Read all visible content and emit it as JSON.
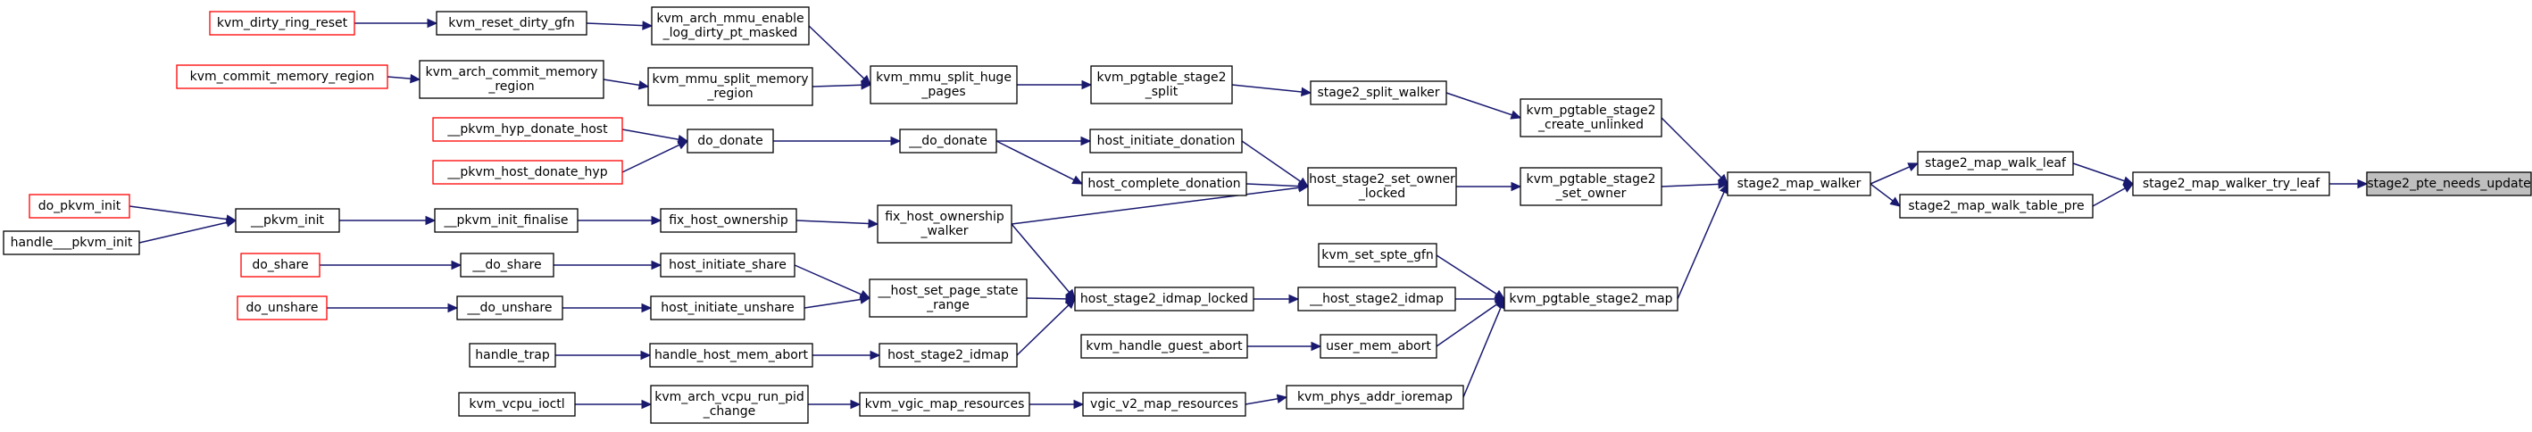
{
  "graph": {
    "edge_color": "#191970",
    "nodes": [
      {
        "id": "kvm_dirty_ring_reset",
        "lines": [
          "kvm_dirty_ring_reset"
        ],
        "style": "red"
      },
      {
        "id": "kvm_reset_dirty_gfn",
        "lines": [
          "kvm_reset_dirty_gfn"
        ],
        "style": "normal"
      },
      {
        "id": "kvm_arch_mmu_enable_log_dirty_pt_masked",
        "lines": [
          "kvm_arch_mmu_enable",
          "_log_dirty_pt_masked"
        ],
        "style": "normal"
      },
      {
        "id": "kvm_commit_memory_region",
        "lines": [
          "kvm_commit_memory_region"
        ],
        "style": "red"
      },
      {
        "id": "kvm_arch_commit_memory_region",
        "lines": [
          "kvm_arch_commit_memory",
          "_region"
        ],
        "style": "normal"
      },
      {
        "id": "kvm_mmu_split_memory_region",
        "lines": [
          "kvm_mmu_split_memory",
          "_region"
        ],
        "style": "normal"
      },
      {
        "id": "kvm_mmu_split_huge_pages",
        "lines": [
          "kvm_mmu_split_huge",
          "_pages"
        ],
        "style": "normal"
      },
      {
        "id": "kvm_pgtable_stage2_split",
        "lines": [
          "kvm_pgtable_stage2",
          "_split"
        ],
        "style": "normal"
      },
      {
        "id": "stage2_split_walker",
        "lines": [
          "stage2_split_walker"
        ],
        "style": "normal"
      },
      {
        "id": "kvm_pgtable_stage2_create_unlinked",
        "lines": [
          "kvm_pgtable_stage2",
          "_create_unlinked"
        ],
        "style": "normal"
      },
      {
        "id": "__pkvm_hyp_donate_host",
        "lines": [
          "__pkvm_hyp_donate_host"
        ],
        "style": "red"
      },
      {
        "id": "__pkvm_host_donate_hyp",
        "lines": [
          "__pkvm_host_donate_hyp"
        ],
        "style": "red"
      },
      {
        "id": "do_donate",
        "lines": [
          "do_donate"
        ],
        "style": "normal"
      },
      {
        "id": "__do_donate",
        "lines": [
          "__do_donate"
        ],
        "style": "normal"
      },
      {
        "id": "host_initiate_donation",
        "lines": [
          "host_initiate_donation"
        ],
        "style": "normal"
      },
      {
        "id": "host_complete_donation",
        "lines": [
          "host_complete_donation"
        ],
        "style": "normal"
      },
      {
        "id": "host_stage2_set_owner_locked",
        "lines": [
          "host_stage2_set_owner",
          "_locked"
        ],
        "style": "normal"
      },
      {
        "id": "kvm_pgtable_stage2_set_owner",
        "lines": [
          "kvm_pgtable_stage2",
          "_set_owner"
        ],
        "style": "normal"
      },
      {
        "id": "stage2_map_walker",
        "lines": [
          "stage2_map_walker"
        ],
        "style": "normal"
      },
      {
        "id": "stage2_map_walk_leaf",
        "lines": [
          "stage2_map_walk_leaf"
        ],
        "style": "normal"
      },
      {
        "id": "stage2_map_walk_table_pre",
        "lines": [
          "stage2_map_walk_table_pre"
        ],
        "style": "normal"
      },
      {
        "id": "stage2_map_walker_try_leaf",
        "lines": [
          "stage2_map_walker_try_leaf"
        ],
        "style": "normal"
      },
      {
        "id": "stage2_pte_needs_update",
        "lines": [
          "stage2_pte_needs_update"
        ],
        "style": "grey"
      },
      {
        "id": "do_pkvm_init",
        "lines": [
          "do_pkvm_init"
        ],
        "style": "red"
      },
      {
        "id": "handle___pkvm_init",
        "lines": [
          "handle___pkvm_init"
        ],
        "style": "normal"
      },
      {
        "id": "__pkvm_init",
        "lines": [
          "__pkvm_init"
        ],
        "style": "normal"
      },
      {
        "id": "__pkvm_init_finalise",
        "lines": [
          "__pkvm_init_finalise"
        ],
        "style": "normal"
      },
      {
        "id": "fix_host_ownership",
        "lines": [
          "fix_host_ownership"
        ],
        "style": "normal"
      },
      {
        "id": "fix_host_ownership_walker",
        "lines": [
          "fix_host_ownership",
          "_walker"
        ],
        "style": "normal"
      },
      {
        "id": "do_share",
        "lines": [
          "do_share"
        ],
        "style": "red"
      },
      {
        "id": "__do_share",
        "lines": [
          "__do_share"
        ],
        "style": "normal"
      },
      {
        "id": "host_initiate_share",
        "lines": [
          "host_initiate_share"
        ],
        "style": "normal"
      },
      {
        "id": "do_unshare",
        "lines": [
          "do_unshare"
        ],
        "style": "red"
      },
      {
        "id": "__do_unshare",
        "lines": [
          "__do_unshare"
        ],
        "style": "normal"
      },
      {
        "id": "host_initiate_unshare",
        "lines": [
          "host_initiate_unshare"
        ],
        "style": "normal"
      },
      {
        "id": "__host_set_page_state_range",
        "lines": [
          "__host_set_page_state",
          "_range"
        ],
        "style": "normal"
      },
      {
        "id": "host_stage2_idmap_locked",
        "lines": [
          "host_stage2_idmap_locked"
        ],
        "style": "normal"
      },
      {
        "id": "__host_stage2_idmap",
        "lines": [
          "__host_stage2_idmap"
        ],
        "style": "normal"
      },
      {
        "id": "kvm_set_spte_gfn",
        "lines": [
          "kvm_set_spte_gfn"
        ],
        "style": "normal"
      },
      {
        "id": "kvm_pgtable_stage2_map",
        "lines": [
          "kvm_pgtable_stage2_map"
        ],
        "style": "normal"
      },
      {
        "id": "handle_trap",
        "lines": [
          "handle_trap"
        ],
        "style": "normal"
      },
      {
        "id": "handle_host_mem_abort",
        "lines": [
          "handle_host_mem_abort"
        ],
        "style": "normal"
      },
      {
        "id": "host_stage2_idmap",
        "lines": [
          "host_stage2_idmap"
        ],
        "style": "normal"
      },
      {
        "id": "kvm_handle_guest_abort",
        "lines": [
          "kvm_handle_guest_abort"
        ],
        "style": "normal"
      },
      {
        "id": "user_mem_abort",
        "lines": [
          "user_mem_abort"
        ],
        "style": "normal"
      },
      {
        "id": "kvm_vcpu_ioctl",
        "lines": [
          "kvm_vcpu_ioctl"
        ],
        "style": "normal"
      },
      {
        "id": "kvm_arch_vcpu_run_pid_change",
        "lines": [
          "kvm_arch_vcpu_run_pid",
          "_change"
        ],
        "style": "normal"
      },
      {
        "id": "kvm_vgic_map_resources",
        "lines": [
          "kvm_vgic_map_resources"
        ],
        "style": "normal"
      },
      {
        "id": "vgic_v2_map_resources",
        "lines": [
          "vgic_v2_map_resources"
        ],
        "style": "normal"
      },
      {
        "id": "kvm_phys_addr_ioremap",
        "lines": [
          "kvm_phys_addr_ioremap"
        ],
        "style": "normal"
      }
    ],
    "edges": [
      [
        "kvm_dirty_ring_reset",
        "kvm_reset_dirty_gfn"
      ],
      [
        "kvm_reset_dirty_gfn",
        "kvm_arch_mmu_enable_log_dirty_pt_masked"
      ],
      [
        "kvm_arch_mmu_enable_log_dirty_pt_masked",
        "kvm_mmu_split_huge_pages"
      ],
      [
        "kvm_commit_memory_region",
        "kvm_arch_commit_memory_region"
      ],
      [
        "kvm_arch_commit_memory_region",
        "kvm_mmu_split_memory_region"
      ],
      [
        "kvm_mmu_split_memory_region",
        "kvm_mmu_split_huge_pages"
      ],
      [
        "kvm_mmu_split_huge_pages",
        "kvm_pgtable_stage2_split"
      ],
      [
        "kvm_pgtable_stage2_split",
        "stage2_split_walker"
      ],
      [
        "stage2_split_walker",
        "kvm_pgtable_stage2_create_unlinked"
      ],
      [
        "kvm_pgtable_stage2_create_unlinked",
        "stage2_map_walker"
      ],
      [
        "__pkvm_hyp_donate_host",
        "do_donate"
      ],
      [
        "__pkvm_host_donate_hyp",
        "do_donate"
      ],
      [
        "do_donate",
        "__do_donate"
      ],
      [
        "__do_donate",
        "host_initiate_donation"
      ],
      [
        "__do_donate",
        "host_complete_donation"
      ],
      [
        "host_initiate_donation",
        "host_stage2_set_owner_locked"
      ],
      [
        "host_complete_donation",
        "host_stage2_set_owner_locked"
      ],
      [
        "fix_host_ownership_walker",
        "host_stage2_set_owner_locked"
      ],
      [
        "host_stage2_set_owner_locked",
        "kvm_pgtable_stage2_set_owner"
      ],
      [
        "kvm_pgtable_stage2_set_owner",
        "stage2_map_walker"
      ],
      [
        "stage2_map_walker",
        "stage2_map_walk_leaf"
      ],
      [
        "stage2_map_walker",
        "stage2_map_walk_table_pre"
      ],
      [
        "stage2_map_walk_leaf",
        "stage2_map_walker_try_leaf"
      ],
      [
        "stage2_map_walk_table_pre",
        "stage2_map_walker_try_leaf"
      ],
      [
        "stage2_map_walker_try_leaf",
        "stage2_pte_needs_update"
      ],
      [
        "do_pkvm_init",
        "__pkvm_init"
      ],
      [
        "handle___pkvm_init",
        "__pkvm_init"
      ],
      [
        "__pkvm_init",
        "__pkvm_init_finalise"
      ],
      [
        "__pkvm_init_finalise",
        "fix_host_ownership"
      ],
      [
        "fix_host_ownership",
        "fix_host_ownership_walker"
      ],
      [
        "fix_host_ownership_walker",
        "host_stage2_idmap_locked"
      ],
      [
        "do_share",
        "__do_share"
      ],
      [
        "__do_share",
        "host_initiate_share"
      ],
      [
        "host_initiate_share",
        "__host_set_page_state_range"
      ],
      [
        "do_unshare",
        "__do_unshare"
      ],
      [
        "__do_unshare",
        "host_initiate_unshare"
      ],
      [
        "host_initiate_unshare",
        "__host_set_page_state_range"
      ],
      [
        "__host_set_page_state_range",
        "host_stage2_idmap_locked"
      ],
      [
        "host_stage2_idmap",
        "host_stage2_idmap_locked"
      ],
      [
        "host_stage2_idmap_locked",
        "__host_stage2_idmap"
      ],
      [
        "__host_stage2_idmap",
        "kvm_pgtable_stage2_map"
      ],
      [
        "kvm_set_spte_gfn",
        "kvm_pgtable_stage2_map"
      ],
      [
        "user_mem_abort",
        "kvm_pgtable_stage2_map"
      ],
      [
        "kvm_phys_addr_ioremap",
        "kvm_pgtable_stage2_map"
      ],
      [
        "kvm_pgtable_stage2_map",
        "stage2_map_walker"
      ],
      [
        "handle_trap",
        "handle_host_mem_abort"
      ],
      [
        "handle_host_mem_abort",
        "host_stage2_idmap"
      ],
      [
        "kvm_handle_guest_abort",
        "user_mem_abort"
      ],
      [
        "kvm_vcpu_ioctl",
        "kvm_arch_vcpu_run_pid_change"
      ],
      [
        "kvm_arch_vcpu_run_pid_change",
        "kvm_vgic_map_resources"
      ],
      [
        "kvm_vgic_map_resources",
        "vgic_v2_map_resources"
      ],
      [
        "vgic_v2_map_resources",
        "kvm_phys_addr_ioremap"
      ]
    ]
  }
}
